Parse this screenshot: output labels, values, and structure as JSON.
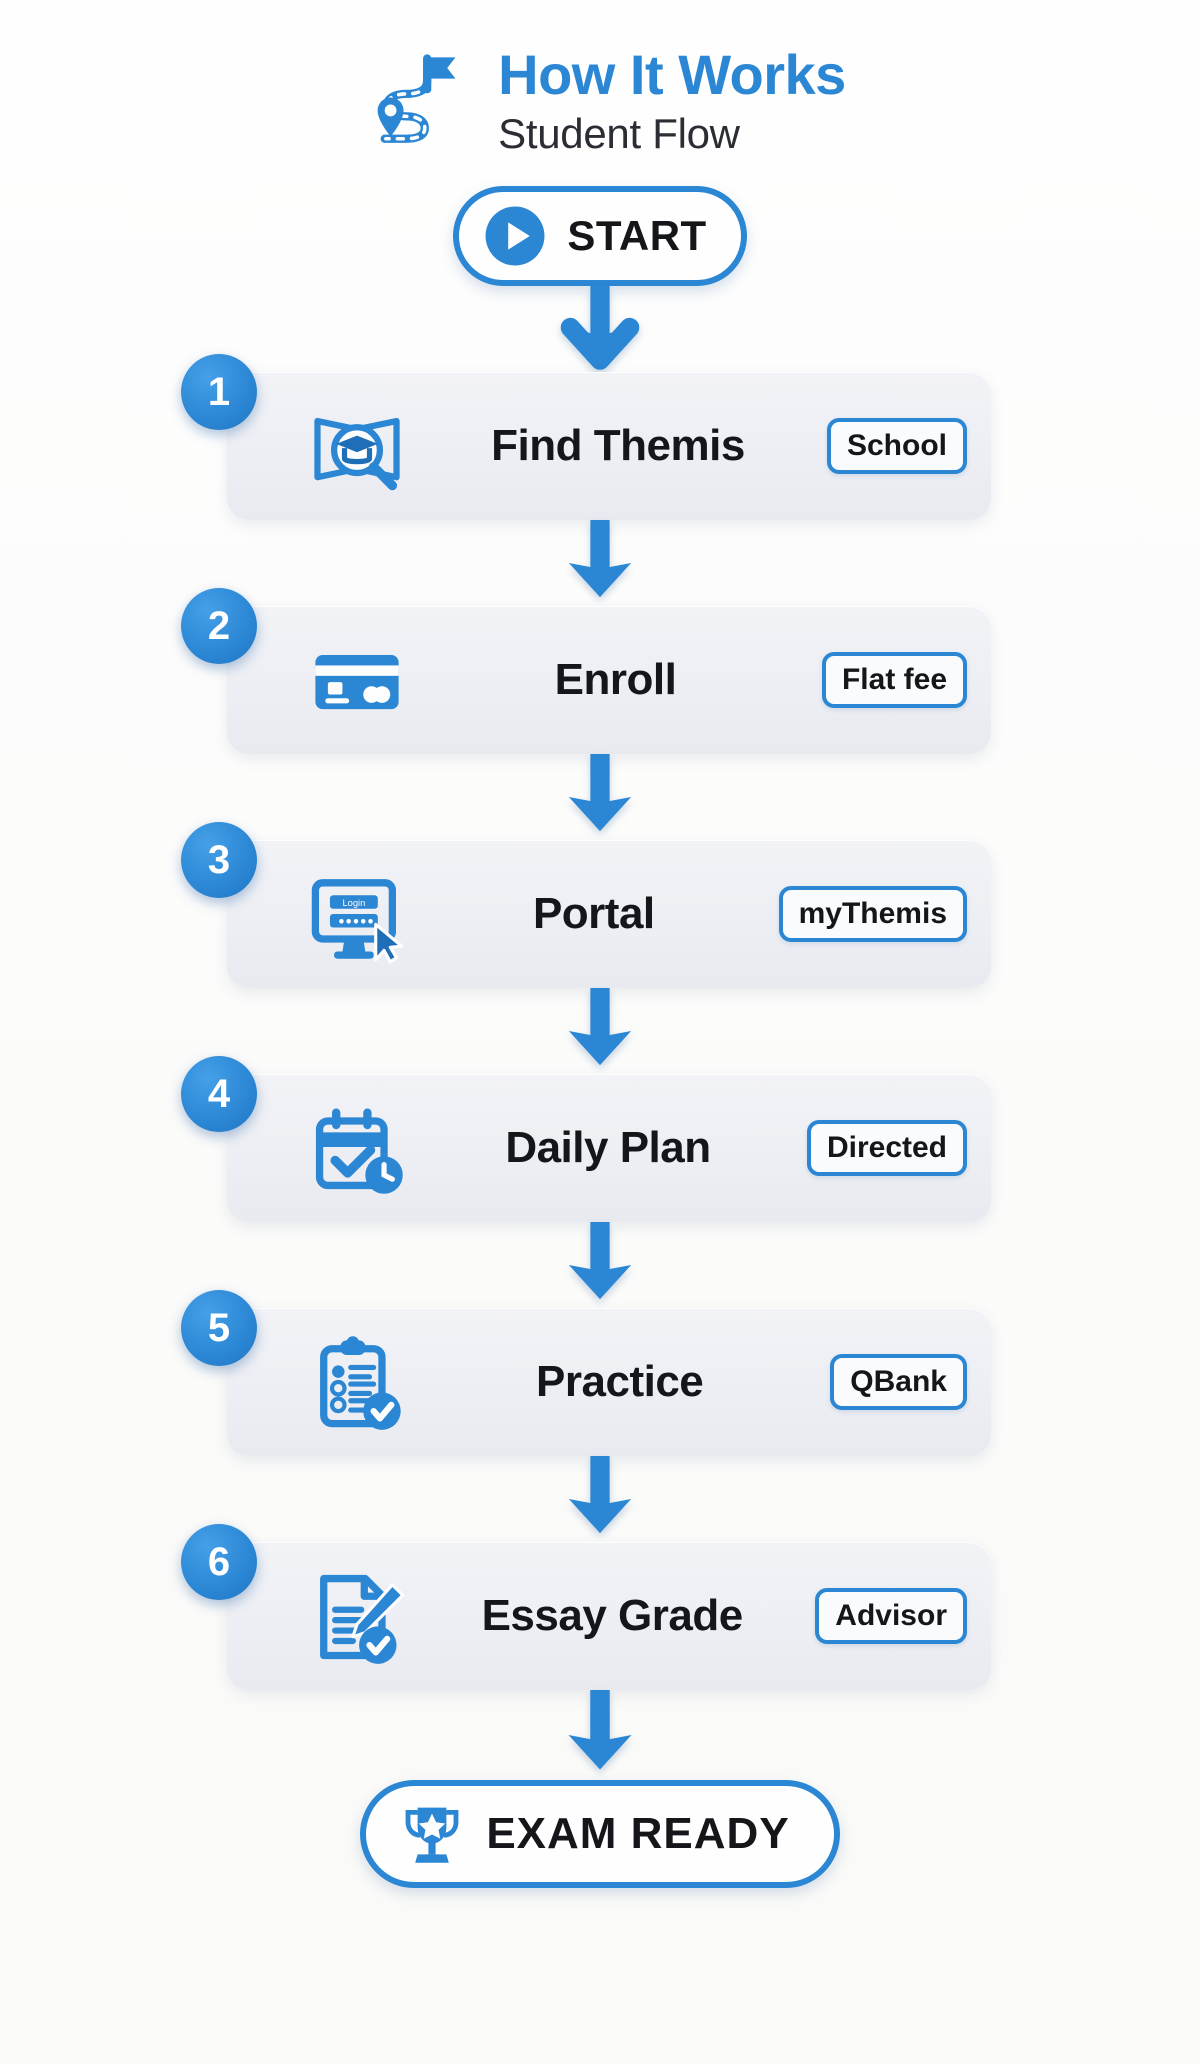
{
  "header": {
    "title": "How It Works",
    "subtitle": "Student Flow",
    "icon": "route-flag-icon",
    "title_color": "#2b86d4",
    "subtitle_color": "#2a2d33"
  },
  "start_node": {
    "label": "START",
    "icon": "play-circle-icon"
  },
  "steps": [
    {
      "number": "1",
      "label": "Find Themis",
      "tag": "School",
      "icon": "book-search-graduation-icon"
    },
    {
      "number": "2",
      "label": "Enroll",
      "tag": "Flat fee",
      "icon": "credit-card-icon"
    },
    {
      "number": "3",
      "label": "Portal",
      "tag": "myThemis",
      "icon": "monitor-login-cursor-icon"
    },
    {
      "number": "4",
      "label": "Daily Plan",
      "tag": "Directed",
      "icon": "calendar-check-clock-icon"
    },
    {
      "number": "5",
      "label": "Practice",
      "tag": "QBank",
      "icon": "clipboard-check-icon"
    },
    {
      "number": "6",
      "label": "Essay Grade",
      "tag": "Advisor",
      "icon": "document-pen-check-icon"
    }
  ],
  "end_node": {
    "label": "EXAM READY",
    "icon": "trophy-star-icon"
  },
  "connectors": {
    "icon": "arrow-down-icon",
    "count": 7
  },
  "colors": {
    "accent": "#2b86d4",
    "card_bg": "#eceef3",
    "text": "#15161a",
    "page_bg": "#fdfdfc"
  }
}
